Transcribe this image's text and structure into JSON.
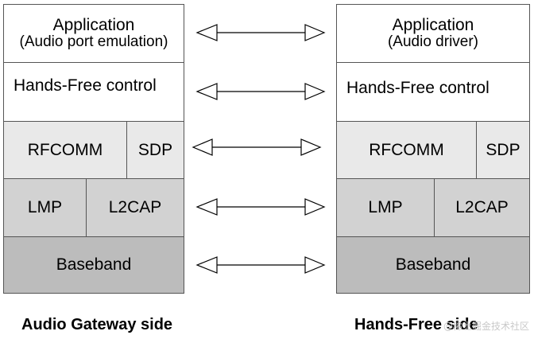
{
  "left_stack": {
    "application": {
      "title": "Application",
      "subtitle": "(Audio port emulation)"
    },
    "hands_free_control": "Hands-Free control",
    "rfcomm": "RFCOMM",
    "sdp": "SDP",
    "lmp": "LMP",
    "l2cap": "L2CAP",
    "baseband": "Baseband",
    "label": "Audio Gateway side"
  },
  "right_stack": {
    "application": {
      "title": "Application",
      "subtitle": "(Audio driver)"
    },
    "hands_free_control": "Hands-Free control",
    "rfcomm": "RFCOMM",
    "sdp": "SDP",
    "lmp": "LMP",
    "l2cap": "L2CAP",
    "baseband": "Baseband",
    "label": "Hands-Free side"
  },
  "watermark": "@稀土掘金技术社区",
  "colors": {
    "white": "#ffffff",
    "light_gray": "#e9e9e9",
    "mid_gray": "#d2d2d2",
    "dark_gray": "#bcbcbc",
    "border": "#555555"
  },
  "arrows": [
    "double-headed-arrow",
    "double-headed-arrow",
    "double-headed-arrow",
    "double-headed-arrow",
    "double-headed-arrow"
  ]
}
